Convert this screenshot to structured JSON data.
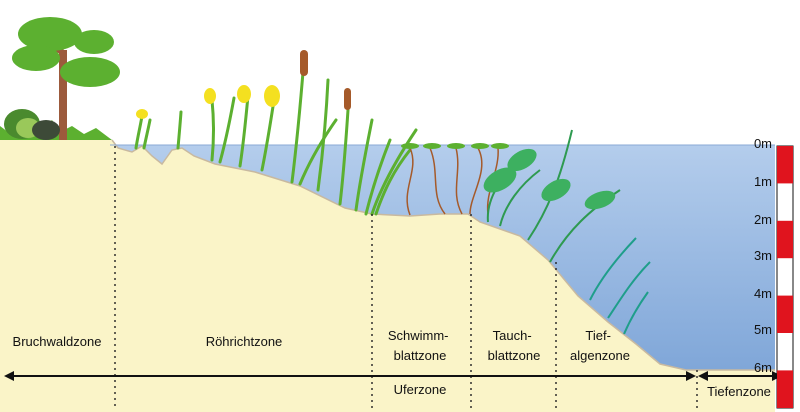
{
  "zones": [
    {
      "lines": [
        "Bruchwaldzone"
      ]
    },
    {
      "lines": [
        "Röhrichtzone"
      ]
    },
    {
      "lines": [
        "Schwimm-",
        "blattzone"
      ]
    },
    {
      "lines": [
        "Tauch-",
        "blattzone"
      ]
    },
    {
      "lines": [
        "Tief-",
        "algenzone"
      ]
    }
  ],
  "depth_labels": [
    "0m",
    "1m",
    "2m",
    "3m",
    "4m",
    "5m",
    "6m"
  ],
  "bottom": {
    "shore_label": "Uferzone",
    "deep_label": "Tiefenzone"
  },
  "colors": {
    "water": "#9cbce4",
    "ground": "#faf4c8",
    "ruler_red": "#e0141e",
    "plant_green": "#5cb030",
    "flower_yellow": "#f4e020",
    "stem_brown": "#a55a2a",
    "tree_trunk": "#9c5a3c"
  }
}
